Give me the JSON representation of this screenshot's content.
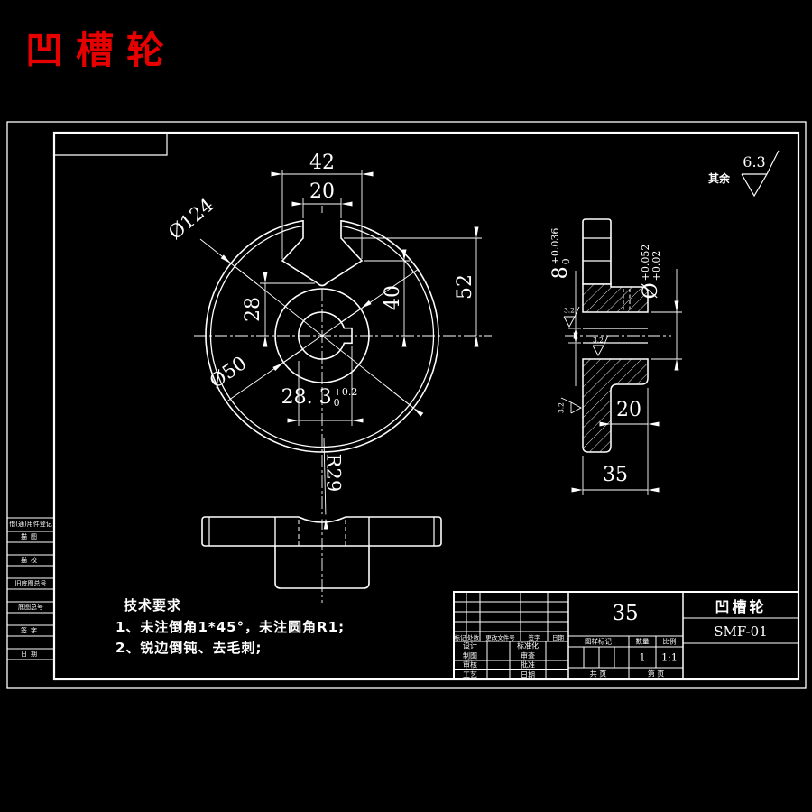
{
  "title": "凹槽轮",
  "surface": {
    "rest_label": "其余",
    "rest_value": "6.3",
    "local_value": "3.2"
  },
  "front": {
    "d42": "42",
    "d20": "20",
    "dia124": "Ø124",
    "dia50": "Ø50",
    "d28": "28",
    "d40": "40",
    "d52": "52",
    "d283": "28. 3",
    "d283_up": "+0.2",
    "d283_low": "0",
    "r29": "R29"
  },
  "side": {
    "d8": "8",
    "d8_up": "+0.036",
    "d8_low": "0",
    "bore": "Ø",
    "bore_up": "+0.052",
    "bore_low": "+0.02",
    "d20": "20",
    "d35": "35"
  },
  "tech": {
    "heading": "技术要求",
    "line1": "1、未注倒角1*45°，未注圆角R1;",
    "line2": "2、锐边倒钝、去毛刺;"
  },
  "tb": {
    "material": "35",
    "part_name": "凹槽轮",
    "drawing_no": "SMF-01",
    "hdr": {
      "mark": "标记",
      "count": "处数",
      "doc": "更改文件号",
      "sig": "签字",
      "date": "日期"
    },
    "rows": {
      "design": "设计",
      "draft": "制图",
      "check": "审核",
      "process": "工艺",
      "std": "标准化",
      "review": "审查",
      "ratify": "批准",
      "date2": "日期"
    },
    "mid": {
      "stage": "图样标记",
      "qty": "数量",
      "scale": "比例",
      "qty_val": "1",
      "scale_val": "1:1",
      "total": "共  页",
      "page": "第  页"
    }
  },
  "strip": {
    "l1": "借(通)用件登记",
    "l2": "描图",
    "l3": "描校",
    "l4": "旧底图总号",
    "l5": "底图总号",
    "l6": "签字",
    "l7": "日期"
  }
}
